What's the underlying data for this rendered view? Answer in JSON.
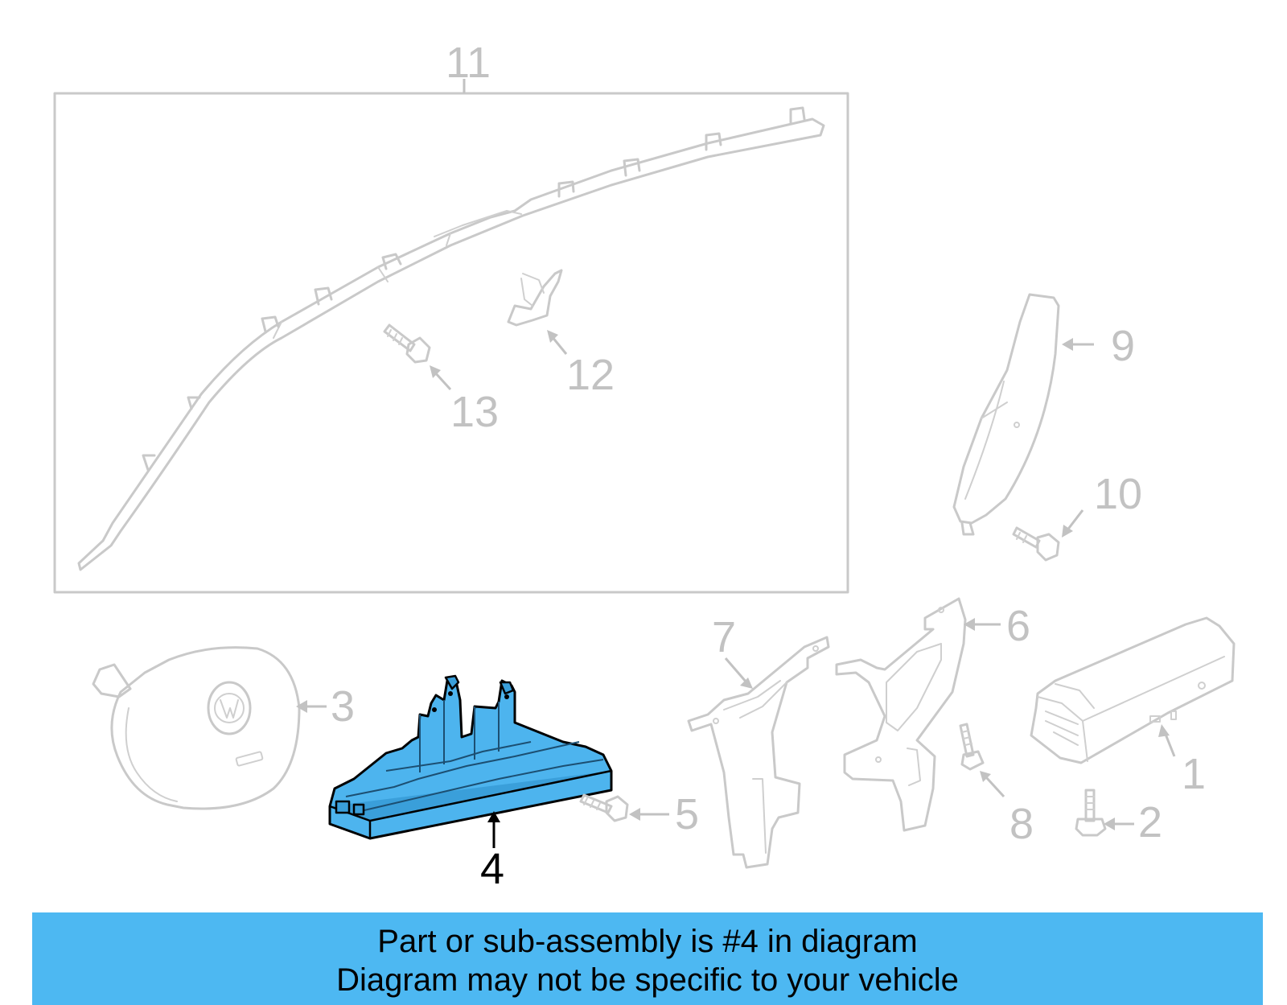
{
  "diagram": {
    "callouts": [
      "1",
      "2",
      "3",
      "4",
      "5",
      "6",
      "7",
      "8",
      "9",
      "10",
      "11",
      "12",
      "13"
    ],
    "highlighted_callout": "4",
    "colors": {
      "highlight": "#4db4ee",
      "ghost": "#c9c9c9",
      "banner": "#4db8f2"
    }
  },
  "banner": {
    "line1": "Part or sub-assembly is #4 in diagram",
    "line2": "Diagram may not be specific to your vehicle"
  }
}
